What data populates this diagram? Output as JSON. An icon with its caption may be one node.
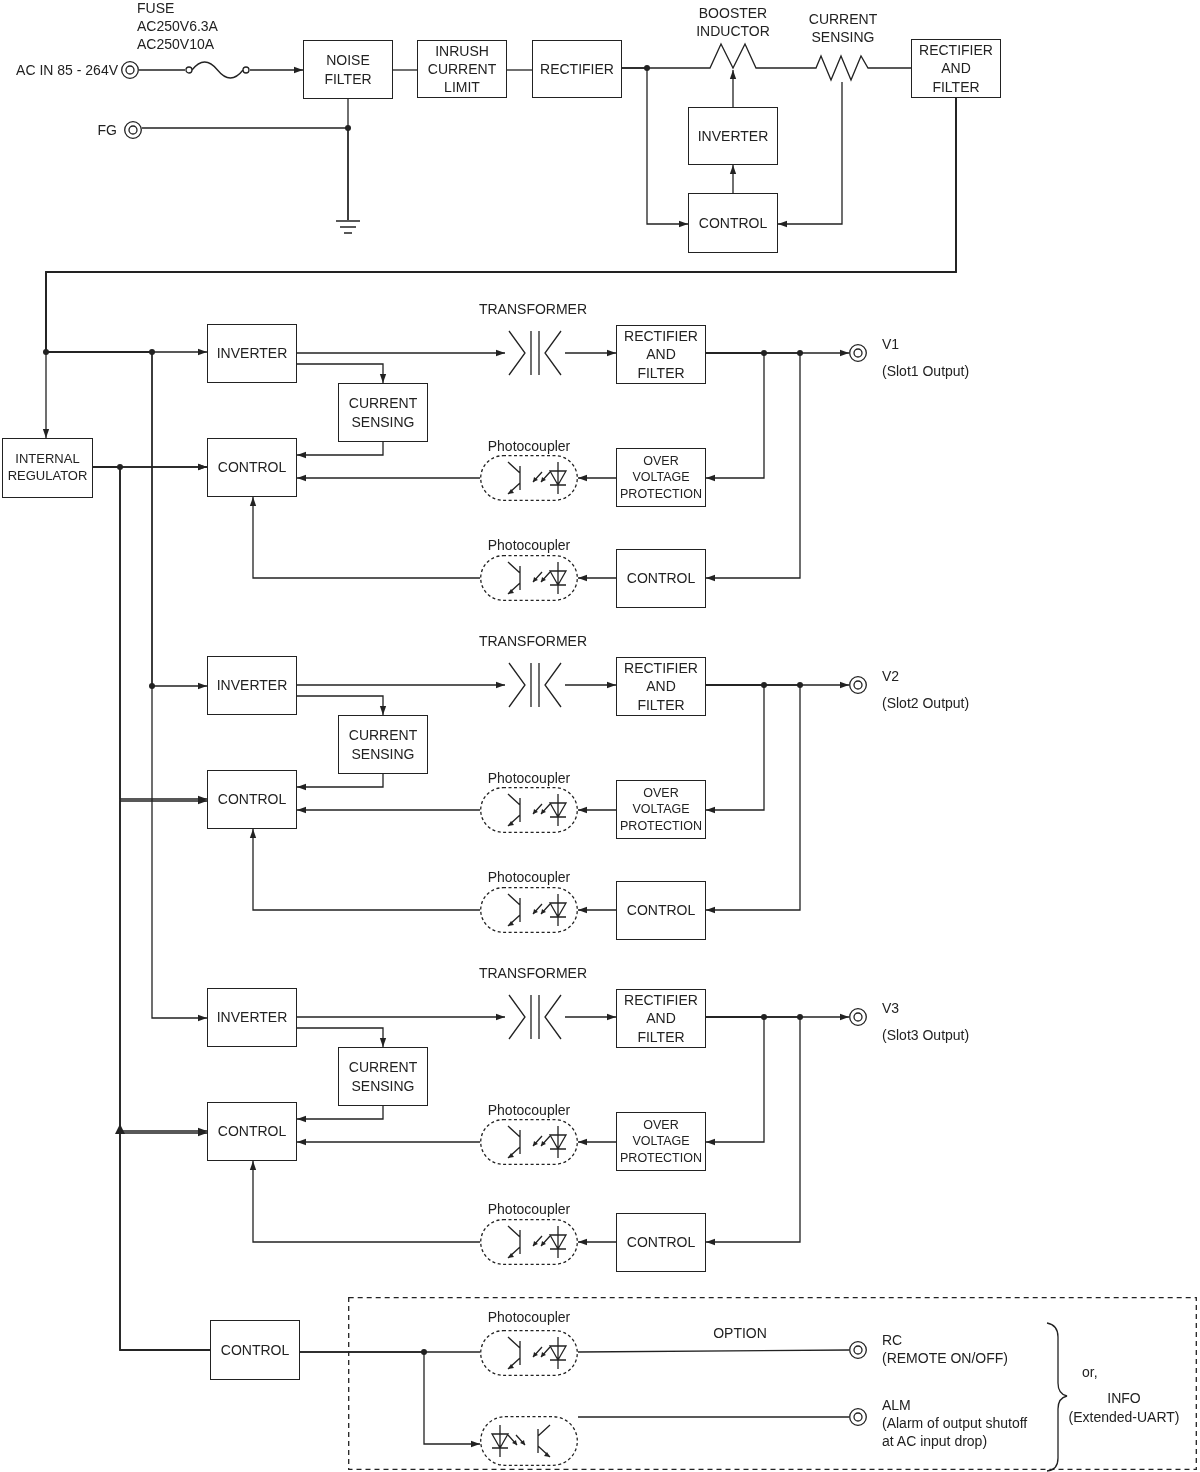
{
  "diagram": {
    "nodes": [
      {
        "text": [],
        "shape": "circle",
        "beside": [
          "AC IN 85 - 264V"
        ]
      },
      {
        "text": [],
        "shape": "fuse",
        "beside": [
          "FUSE",
          "AC250V6.3A",
          "AC250V10A"
        ]
      },
      {
        "text": [
          "NOISE FILTER"
        ]
      },
      {
        "text": [
          "INRUSH CURRENT LIMIT"
        ]
      },
      {
        "text": [
          "RECTIFIER"
        ]
      },
      {
        "text": [],
        "shape": "inductor",
        "beside": [
          "BOOSTER INDUCTOR"
        ]
      },
      {
        "text": [],
        "shape": "resistor",
        "beside": [
          "CURRENT SENSING"
        ]
      },
      {
        "text": [
          "RECTIFIER AND FILTER"
        ]
      },
      {
        "text": [
          "INVERTER"
        ]
      },
      {
        "text": [
          "CONTROL"
        ]
      },
      {
        "text": [],
        "shape": "circle",
        "beside": [
          "FG"
        ]
      },
      {
        "text": [],
        "shape": "ground"
      },
      {
        "text": [
          "INTERNAL REGULATOR"
        ]
      },
      {
        "text": [
          "INVERTER"
        ]
      },
      {
        "text": [],
        "shape": "transformer",
        "beside": [
          "TRANSFORMER"
        ]
      },
      {
        "text": [
          "RECTIFIER AND FILTER"
        ]
      },
      {
        "text": [],
        "shape": "circle",
        "beside": [
          "V1",
          "(Slot1 Output)"
        ]
      },
      {
        "text": [
          "CURRENT SENSING"
        ]
      },
      {
        "text": [
          "CONTROL"
        ]
      },
      {
        "text": [],
        "shape": "photocoupler",
        "beside": [
          "Photocoupler"
        ]
      },
      {
        "text": [
          "OVER VOLTAGE PROTECTION"
        ]
      },
      {
        "text": [],
        "shape": "photocoupler",
        "beside": [
          "Photocoupler"
        ]
      },
      {
        "text": [
          "CONTROL"
        ]
      },
      {
        "text": [
          "INVERTER"
        ]
      },
      {
        "text": [],
        "shape": "transformer",
        "beside": [
          "TRANSFORMER"
        ]
      },
      {
        "text": [
          "RECTIFIER AND FILTER"
        ]
      },
      {
        "text": [],
        "shape": "circle",
        "beside": [
          "V2",
          "(Slot2 Output)"
        ]
      },
      {
        "text": [
          "CURRENT SENSING"
        ]
      },
      {
        "text": [
          "CONTROL"
        ]
      },
      {
        "text": [],
        "shape": "photocoupler",
        "beside": [
          "Photocoupler"
        ]
      },
      {
        "text": [
          "OVER VOLTAGE PROTECTION"
        ]
      },
      {
        "text": [],
        "shape": "photocoupler",
        "beside": [
          "Photocoupler"
        ]
      },
      {
        "text": [
          "CONTROL"
        ]
      },
      {
        "text": [
          "INVERTER"
        ]
      },
      {
        "text": [],
        "shape": "transformer",
        "beside": [
          "TRANSFORMER"
        ]
      },
      {
        "text": [
          "RECTIFIER AND FILTER"
        ]
      },
      {
        "text": [],
        "shape": "circle",
        "beside": [
          "V3",
          "(Slot3 Output)"
        ]
      },
      {
        "text": [
          "CURRENT SENSING"
        ]
      },
      {
        "text": [
          "CONTROL"
        ]
      },
      {
        "text": [],
        "shape": "photocoupler",
        "beside": [
          "Photocoupler"
        ]
      },
      {
        "text": [
          "OVER VOLTAGE PROTECTION"
        ]
      },
      {
        "text": [],
        "shape": "photocoupler",
        "beside": [
          "Photocoupler"
        ]
      },
      {
        "text": [
          "CONTROL"
        ]
      },
      {
        "text": [
          "CONTROL"
        ]
      },
      {
        "text": [],
        "shape": "box"
      },
      {
        "text": [],
        "shape": "photocoupler",
        "in": 44,
        "beside": [
          "Photocoupler"
        ]
      },
      {
        "text": [],
        "shape": "photocoupler",
        "in": 44
      },
      {
        "text": [],
        "shape": "circle",
        "in": 44,
        "beside": [
          "RC",
          "(REMOTE ON/OFF)"
        ]
      },
      {
        "text": [],
        "shape": "circle",
        "in": 44,
        "beside": [
          "ALM",
          "(Alarm of output shutoff at AC input drop)"
        ]
      }
    ],
    "edges": [
      {
        "from": 0,
        "to": 1,
        "arrow": "none"
      },
      {
        "from": 1,
        "to": 2,
        "arrow": "to"
      },
      {
        "from": 2,
        "to": 3,
        "arrow": "none"
      },
      {
        "from": 3,
        "to": 4,
        "arrow": "none"
      },
      {
        "from": 4,
        "to": 5,
        "arrow": "none"
      },
      {
        "from": 5,
        "to": 6,
        "arrow": "none"
      },
      {
        "from": 6,
        "to": 7,
        "arrow": "none"
      },
      {
        "from": 8,
        "to": 5,
        "arrow": "to"
      },
      {
        "from": 9,
        "to": 8,
        "arrow": "to"
      },
      {
        "from": 4,
        "to": 9,
        "arrow": "to"
      },
      {
        "from": 6,
        "to": 9,
        "arrow": "to"
      },
      {
        "from": 2,
        "to": 11,
        "arrow": "none"
      },
      {
        "from": 10,
        "to": 11,
        "arrow": "none"
      },
      {
        "from": 7,
        "to": 12,
        "arrow": "to"
      },
      {
        "from": 7,
        "to": 13,
        "arrow": "to"
      },
      {
        "from": 7,
        "to": 23,
        "arrow": "to"
      },
      {
        "from": 7,
        "to": 33,
        "arrow": "to"
      },
      {
        "from": 13,
        "to": 14,
        "arrow": "to"
      },
      {
        "from": 14,
        "to": 15,
        "arrow": "to"
      },
      {
        "from": 15,
        "to": 16,
        "arrow": "to"
      },
      {
        "from": 13,
        "to": 17,
        "arrow": "to"
      },
      {
        "from": 17,
        "to": 18,
        "arrow": "to"
      },
      {
        "from": 19,
        "to": 18,
        "arrow": "to"
      },
      {
        "from": 20,
        "to": 19,
        "arrow": "to"
      },
      {
        "from": 15,
        "to": 20,
        "arrow": "to"
      },
      {
        "from": 15,
        "to": 22,
        "arrow": "to"
      },
      {
        "from": 22,
        "to": 21,
        "arrow": "to"
      },
      {
        "from": 21,
        "to": 18,
        "arrow": "to"
      },
      {
        "from": 12,
        "to": 18,
        "arrow": "to"
      },
      {
        "from": 23,
        "to": 24,
        "arrow": "to"
      },
      {
        "from": 24,
        "to": 25,
        "arrow": "to"
      },
      {
        "from": 25,
        "to": 26,
        "arrow": "to"
      },
      {
        "from": 23,
        "to": 27,
        "arrow": "to"
      },
      {
        "from": 27,
        "to": 28,
        "arrow": "to"
      },
      {
        "from": 29,
        "to": 28,
        "arrow": "to"
      },
      {
        "from": 30,
        "to": 29,
        "arrow": "to"
      },
      {
        "from": 25,
        "to": 30,
        "arrow": "to"
      },
      {
        "from": 25,
        "to": 32,
        "arrow": "to"
      },
      {
        "from": 32,
        "to": 31,
        "arrow": "to"
      },
      {
        "from": 31,
        "to": 28,
        "arrow": "to"
      },
      {
        "from": 12,
        "to": 28,
        "arrow": "to"
      },
      {
        "from": 33,
        "to": 34,
        "arrow": "to"
      },
      {
        "from": 34,
        "to": 35,
        "arrow": "to"
      },
      {
        "from": 35,
        "to": 36,
        "arrow": "to"
      },
      {
        "from": 33,
        "to": 37,
        "arrow": "to"
      },
      {
        "from": 37,
        "to": 38,
        "arrow": "to"
      },
      {
        "from": 39,
        "to": 38,
        "arrow": "to"
      },
      {
        "from": 40,
        "to": 39,
        "arrow": "to"
      },
      {
        "from": 35,
        "to": 40,
        "arrow": "to"
      },
      {
        "from": 35,
        "to": 42,
        "arrow": "to"
      },
      {
        "from": 42,
        "to": 41,
        "arrow": "to"
      },
      {
        "from": 41,
        "to": 38,
        "arrow": "to"
      },
      {
        "from": 12,
        "to": 38,
        "arrow": "to"
      },
      {
        "from": 43,
        "to": 18,
        "arrow": "to"
      },
      {
        "from": 43,
        "to": 28,
        "arrow": "to"
      },
      {
        "from": 43,
        "to": 38,
        "arrow": "to"
      },
      {
        "from": 43,
        "to": 45,
        "arrow": "none"
      },
      {
        "from": 43,
        "to": 46,
        "arrow": "to"
      },
      {
        "from": 45,
        "to": 47,
        "arrow": "none",
        "label": "OPTION"
      },
      {
        "from": 46,
        "to": 48,
        "arrow": "none"
      }
    ],
    "labels": [
      "or,",
      "INFO",
      "(Extended-UART)"
    ]
  }
}
